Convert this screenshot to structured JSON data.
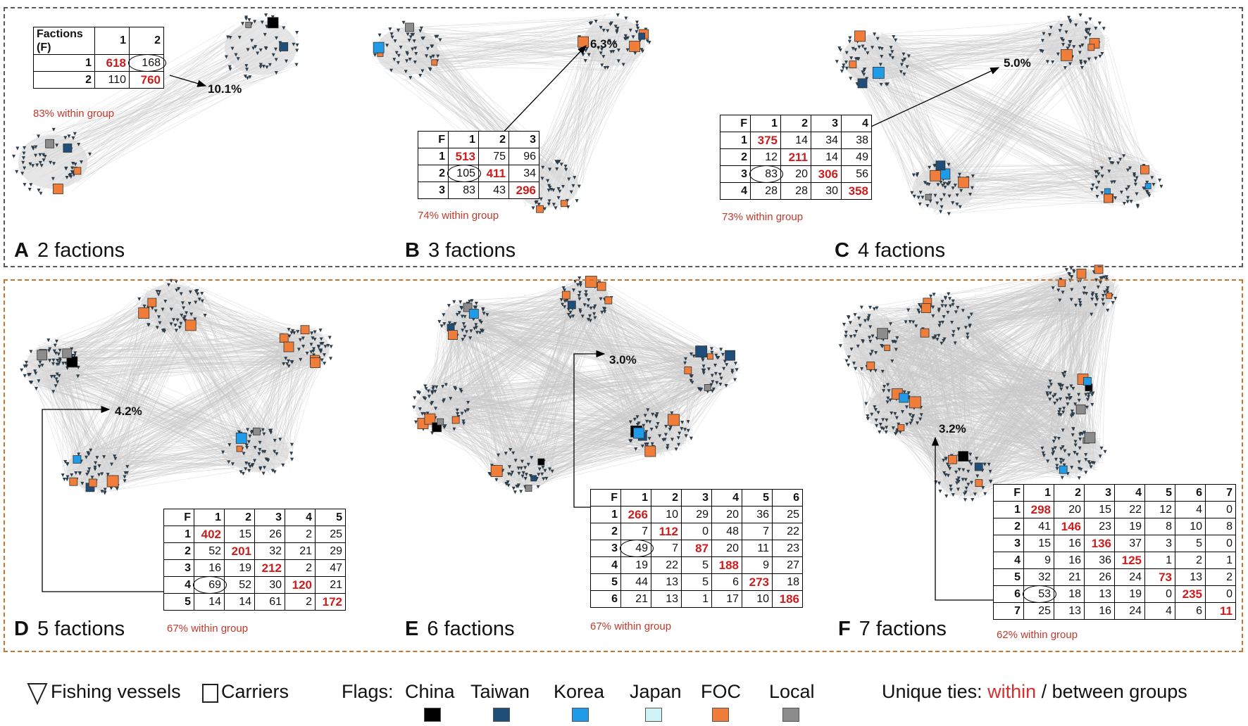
{
  "colors": {
    "china": "#000000",
    "taiwan": "#1f4e79",
    "korea": "#1f9be8",
    "japan": "#cdf3f7",
    "foc": "#f07d3a",
    "local": "#8c8c8c",
    "within": "#d32f2f",
    "edge": "#c9c9c9",
    "panel_top": "#595959",
    "panel_bottom": "#c8742a"
  },
  "panels": [
    {
      "id": "A",
      "letter": "A",
      "label": "2 factions",
      "pct": "10.1%",
      "within": "83% within group",
      "head": [
        "Factions (F)",
        "1",
        "2"
      ],
      "rows": [
        [
          "1",
          "618",
          "168"
        ],
        [
          "2",
          "110",
          "760"
        ]
      ],
      "circle": [
        0,
        2
      ]
    },
    {
      "id": "B",
      "letter": "B",
      "label": "3 factions",
      "pct": "6.3%",
      "within": "74% within group",
      "head": [
        "F",
        "1",
        "2",
        "3"
      ],
      "rows": [
        [
          "1",
          "513",
          "75",
          "96"
        ],
        [
          "2",
          "105",
          "411",
          "34"
        ],
        [
          "3",
          "83",
          "43",
          "296"
        ]
      ],
      "circle": [
        1,
        1
      ]
    },
    {
      "id": "C",
      "letter": "C",
      "label": "4 factions",
      "pct": "5.0%",
      "within": "73% within group",
      "head": [
        "F",
        "1",
        "2",
        "3",
        "4"
      ],
      "rows": [
        [
          "1",
          "375",
          "14",
          "34",
          "38"
        ],
        [
          "2",
          "12",
          "211",
          "14",
          "49"
        ],
        [
          "3",
          "83",
          "20",
          "306",
          "56"
        ],
        [
          "4",
          "28",
          "28",
          "30",
          "358"
        ]
      ],
      "circle": [
        2,
        1
      ]
    },
    {
      "id": "D",
      "letter": "D",
      "label": "5 factions",
      "pct": "4.2%",
      "within": "67% within group",
      "head": [
        "F",
        "1",
        "2",
        "3",
        "4",
        "5"
      ],
      "rows": [
        [
          "1",
          "402",
          "15",
          "26",
          "2",
          "25"
        ],
        [
          "2",
          "52",
          "201",
          "32",
          "21",
          "29"
        ],
        [
          "3",
          "16",
          "19",
          "212",
          "2",
          "47"
        ],
        [
          "4",
          "69",
          "52",
          "30",
          "120",
          "21"
        ],
        [
          "5",
          "14",
          "14",
          "61",
          "2",
          "172"
        ]
      ],
      "circle": [
        3,
        1
      ]
    },
    {
      "id": "E",
      "letter": "E",
      "label": "6 factions",
      "pct": "3.0%",
      "within": "67% within group",
      "head": [
        "F",
        "1",
        "2",
        "3",
        "4",
        "5",
        "6"
      ],
      "rows": [
        [
          "1",
          "266",
          "10",
          "29",
          "20",
          "36",
          "25"
        ],
        [
          "2",
          "7",
          "112",
          "0",
          "48",
          "7",
          "22"
        ],
        [
          "3",
          "49",
          "7",
          "87",
          "20",
          "11",
          "23"
        ],
        [
          "4",
          "19",
          "22",
          "5",
          "188",
          "9",
          "27"
        ],
        [
          "5",
          "44",
          "13",
          "5",
          "6",
          "273",
          "18"
        ],
        [
          "6",
          "21",
          "13",
          "1",
          "17",
          "10",
          "186"
        ]
      ],
      "circle": [
        2,
        1
      ]
    },
    {
      "id": "F",
      "letter": "F",
      "label": "7 factions",
      "pct": "3.2%",
      "within": "62% within group",
      "head": [
        "F",
        "1",
        "2",
        "3",
        "4",
        "5",
        "6",
        "7"
      ],
      "rows": [
        [
          "1",
          "298",
          "20",
          "15",
          "22",
          "12",
          "4",
          "0"
        ],
        [
          "2",
          "41",
          "146",
          "23",
          "19",
          "8",
          "10",
          "8"
        ],
        [
          "3",
          "15",
          "16",
          "136",
          "37",
          "3",
          "5",
          "0"
        ],
        [
          "4",
          "9",
          "16",
          "36",
          "125",
          "1",
          "2",
          "1"
        ],
        [
          "5",
          "32",
          "21",
          "26",
          "24",
          "73",
          "13",
          "2"
        ],
        [
          "6",
          "53",
          "18",
          "13",
          "19",
          "0",
          "235",
          "0"
        ],
        [
          "7",
          "25",
          "13",
          "16",
          "24",
          "4",
          "6",
          "11"
        ]
      ],
      "circle": [
        5,
        1
      ]
    }
  ],
  "legend": {
    "vessels": "Fishing vessels",
    "carriers": "Carriers",
    "flags_label": "Flags:",
    "flags": [
      {
        "name": "China",
        "color": "#000000"
      },
      {
        "name": "Taiwan",
        "color": "#1f4e79"
      },
      {
        "name": "Korea",
        "color": "#1f9be8"
      },
      {
        "name": "Japan",
        "color": "#cdf3f7"
      },
      {
        "name": "FOC",
        "color": "#f07d3a"
      },
      {
        "name": "Local",
        "color": "#8c8c8c"
      }
    ],
    "ties_prefix": "Unique ties:",
    "ties_within": "within",
    "ties_suffix": "/ between groups"
  }
}
